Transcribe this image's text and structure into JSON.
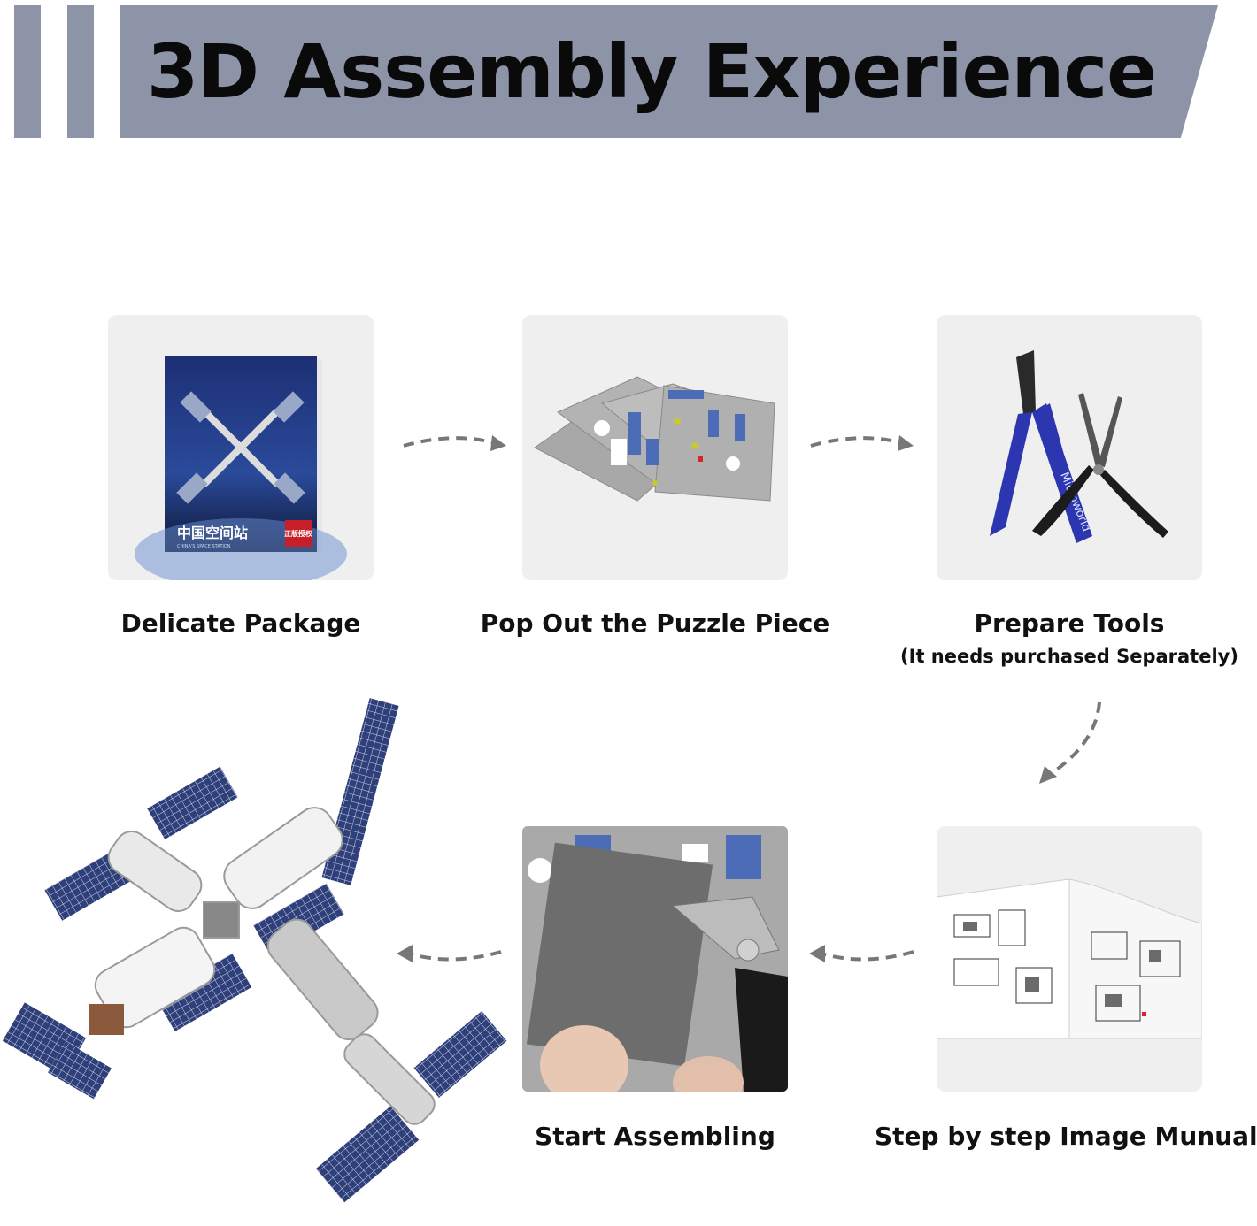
{
  "banner": {
    "title": "3D Assembly Experience",
    "bar_color": "#8e94a8"
  },
  "steps": [
    {
      "label": "Delicate Package"
    },
    {
      "label": "Pop Out the Puzzle Piece"
    },
    {
      "label": "Prepare Tools",
      "sublabel": "(It needs purchased Separately)"
    },
    {
      "label": "Step by step Image Munual"
    },
    {
      "label": "Start Assembling"
    }
  ],
  "package": {
    "cover_text": "中国空间站",
    "cover_subtext": "CHINA'S SPACE STATION",
    "badge_text": "正版授权"
  },
  "tools": {
    "brand_text": "Microworld"
  },
  "colors": {
    "tile_bg": "#efefef",
    "arrow": "#777777",
    "plier_handle": "#2b36b0"
  }
}
